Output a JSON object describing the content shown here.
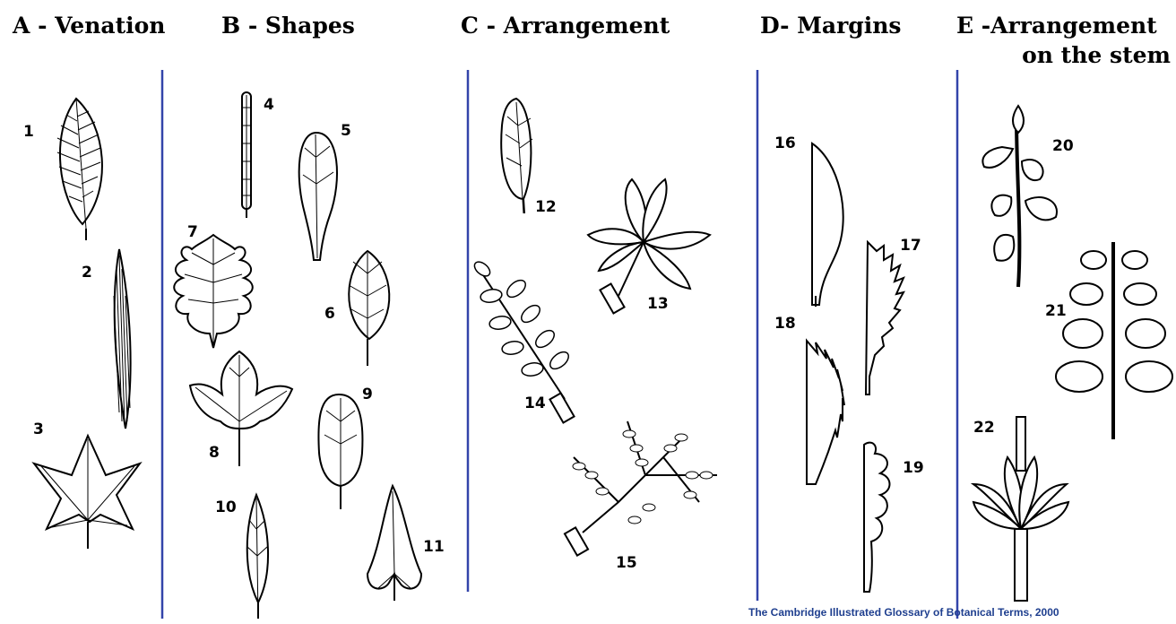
{
  "headers": {
    "venation": "A - Venation",
    "shapes": "B - Shapes",
    "arrangement": "C - Arrangement",
    "margins": "D- Margins",
    "arrangement_stem_line1": "E -Arrangement",
    "arrangement_stem_line2": "on the stem"
  },
  "figure_numbers": [
    "1",
    "2",
    "3",
    "4",
    "5",
    "6",
    "7",
    "8",
    "9",
    "10",
    "11",
    "12",
    "13",
    "14",
    "15",
    "16",
    "17",
    "18",
    "19",
    "20",
    "21",
    "22"
  ],
  "credit": "The Cambridge Illustrated Glossary of Botanical Terms, 2000",
  "colors": {
    "separator": "#3344aa",
    "credit_text": "#1f3f8f",
    "ink": "#000000",
    "paper": "#ffffff"
  }
}
